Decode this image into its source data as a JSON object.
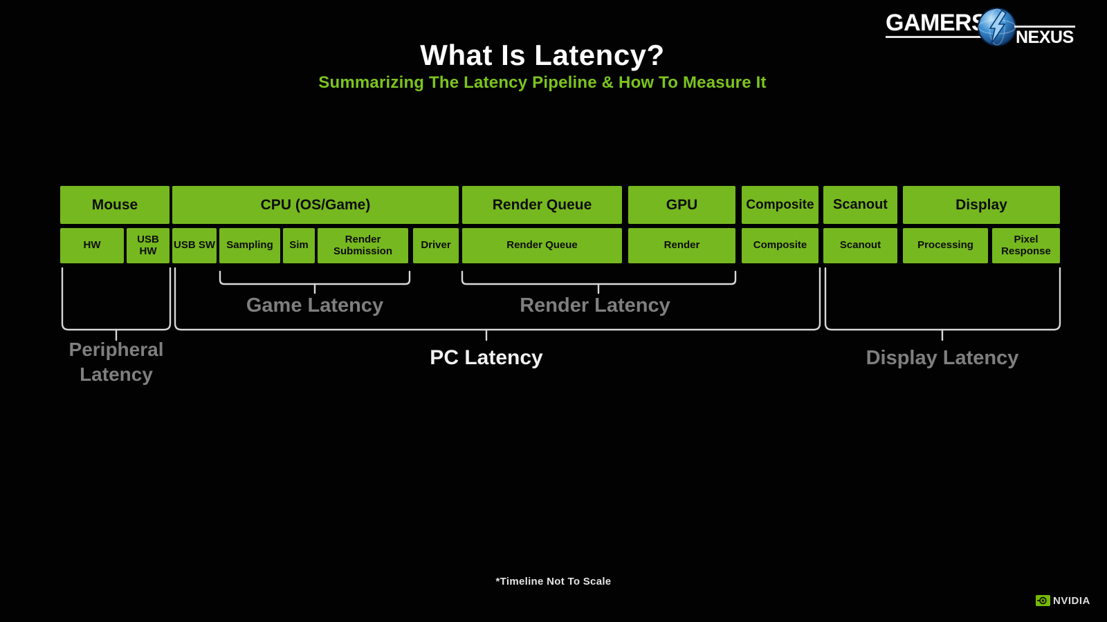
{
  "header": {
    "title": "What Is Latency?",
    "subtitle": "Summarizing The Latency Pipeline & How To Measure It"
  },
  "pipeline": {
    "top_row": [
      "Mouse",
      "CPU (OS/Game)",
      "Render Queue",
      "GPU",
      "Composite",
      "Scanout",
      "Display"
    ],
    "bottom_row": [
      "HW",
      "USB HW",
      "USB SW",
      "Sampling",
      "Sim",
      "Render Submission",
      "Driver",
      "Render Queue",
      "Render",
      "Composite",
      "Scanout",
      "Processing",
      "Pixel Response"
    ]
  },
  "latency_groups": {
    "game": "Game Latency",
    "render": "Render Latency",
    "peripheral": "Peripheral Latency",
    "pc": "PC Latency",
    "display": "Display Latency"
  },
  "footnote": "*Timeline Not To Scale",
  "logos": {
    "gamers_nexus": {
      "left": "GAMERS",
      "right": "NEXUS"
    },
    "nvidia": {
      "label": "NVIDIA"
    }
  },
  "colors": {
    "box_green": "#76b81f",
    "subtitle_green": "#7cc41f",
    "muted_label": "#7f7f7f",
    "highlight_label": "#f2f2f2",
    "brace_line": "#d8d8d8",
    "background": "#020202"
  }
}
